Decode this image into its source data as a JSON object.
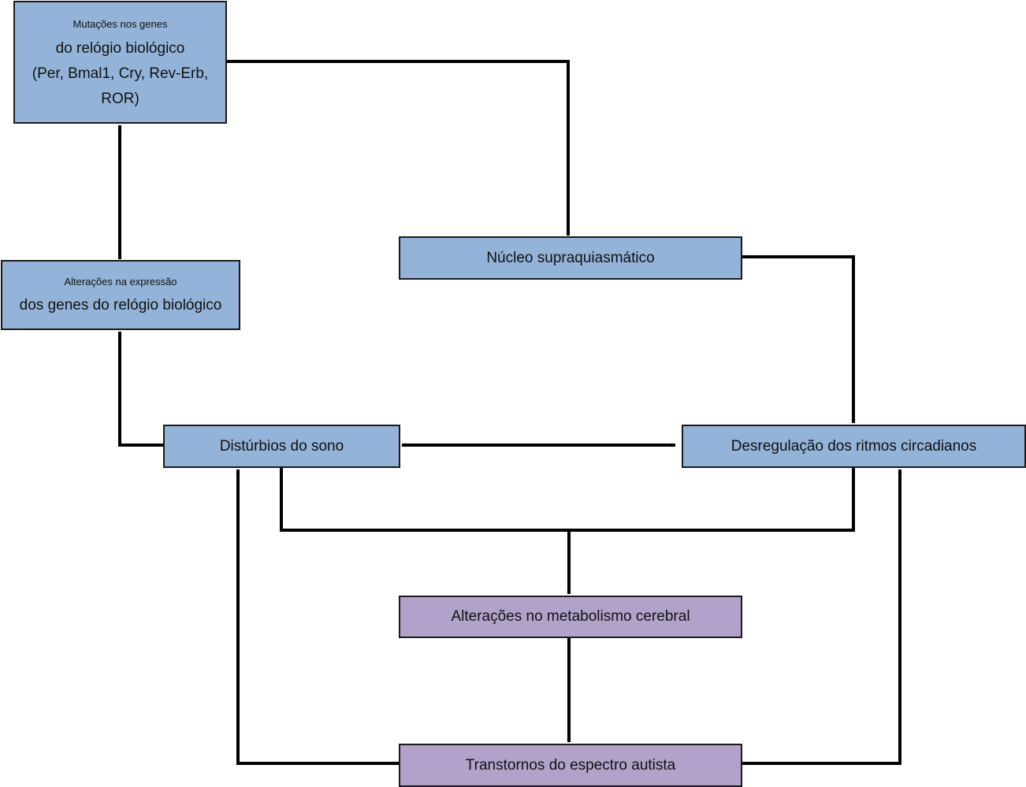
{
  "nodes": {
    "mutations": {
      "line1": "Mutações nos genes",
      "line2": "do relógio biológico",
      "line3": "(Per, Bmal1, Cry, Rev-Erb,",
      "line4": "ROR)",
      "color": "#94b3d8"
    },
    "expression": {
      "line1": "Alterações na expressão",
      "line2": "dos genes do relógio biológico",
      "color": "#94b3d8"
    },
    "scn": {
      "label": "Núcleo supraquiasmático",
      "color": "#94b3d8"
    },
    "sleep": {
      "label": "Distúrbios do sono",
      "color": "#94b3d8"
    },
    "circadian": {
      "label": "Desregulação dos ritmos circadianos",
      "color": "#94b3d8"
    },
    "metabolism": {
      "label": "Alterações no metabolismo cerebral",
      "color": "#b2a2ca"
    },
    "autism": {
      "label": "Transtornos do espectro autista",
      "color": "#b2a2ca"
    }
  },
  "edges": [
    {
      "from": "mutations",
      "to": "scn"
    },
    {
      "from": "scn",
      "to": "circadian"
    },
    {
      "from": "expression",
      "to": "mutations"
    },
    {
      "from": "sleep",
      "to": "expression"
    },
    {
      "from": "sleep",
      "to": "circadian",
      "bidirectional": true
    },
    {
      "from": "sleep",
      "to": "metabolism"
    },
    {
      "from": "circadian",
      "to": "metabolism"
    },
    {
      "from": "metabolism",
      "to": "autism"
    },
    {
      "from": "autism",
      "to": "sleep"
    },
    {
      "from": "autism",
      "to": "circadian"
    }
  ],
  "colors": {
    "line": "#000000",
    "box_border": "#1a1a1a"
  }
}
